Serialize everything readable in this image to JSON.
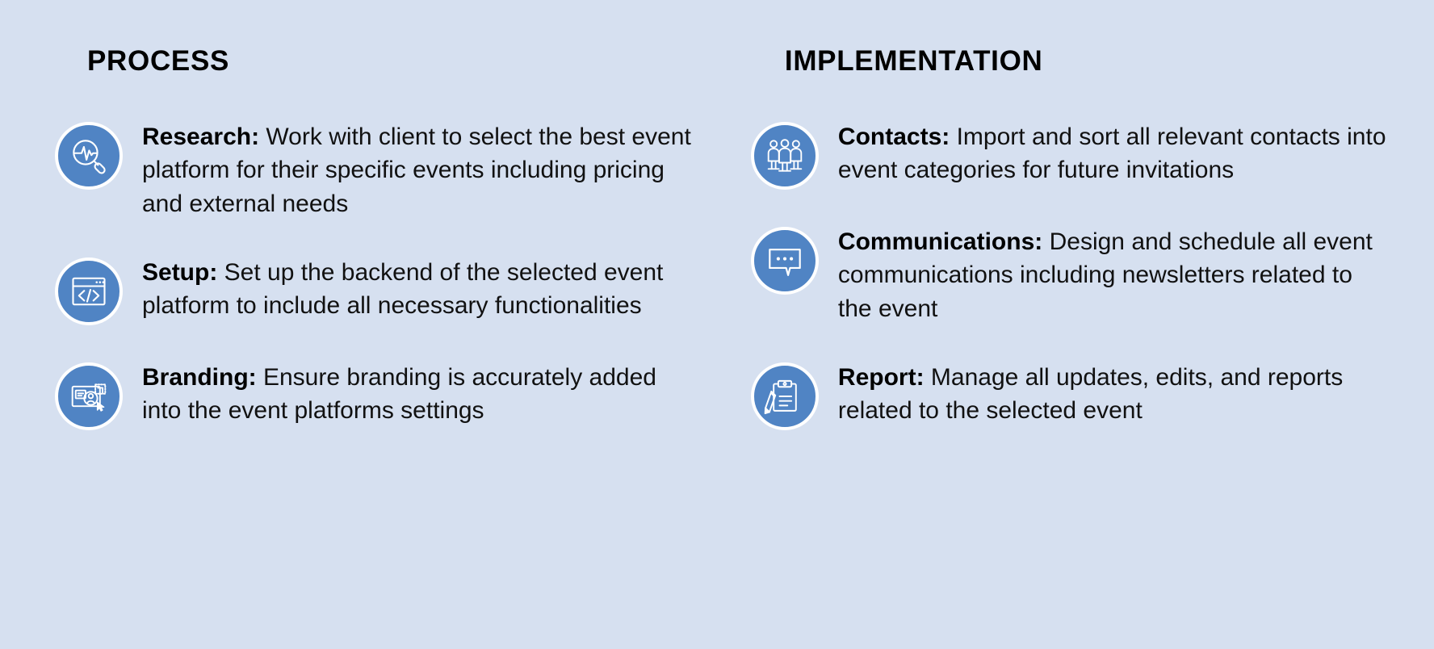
{
  "theme": {
    "background_color": "#d6e0f0",
    "icon_circle_color": "#5084c4",
    "icon_ring_color": "#ffffff",
    "text_color": "#111111",
    "heading_color": "#000000"
  },
  "columns": [
    {
      "heading": "PROCESS",
      "items": [
        {
          "icon": "magnifier-pulse-icon",
          "lead": "Research:",
          "body": " Work with client to select the best event platform for their specific events including pricing and external needs"
        },
        {
          "icon": "browser-code-icon",
          "lead": "Setup:",
          "body": " Set up the backend of the selected event platform to include all necessary functionalities"
        },
        {
          "icon": "branding-screen-icon",
          "lead": "Branding:",
          "body": " Ensure branding is accurately added into the event platforms settings"
        }
      ]
    },
    {
      "heading": "IMPLEMENTATION",
      "items": [
        {
          "icon": "three-people-icon",
          "lead": "Contacts:",
          "body": " Import and sort all relevant contacts into event categories for future invitations"
        },
        {
          "icon": "speech-bubble-dots-icon",
          "lead": "Communications:",
          "body": " Design and schedule all event communications including newsletters related to the event"
        },
        {
          "icon": "clipboard-pencil-icon",
          "lead": "Report:",
          "body": " Manage all updates, edits, and reports related to the selected event"
        }
      ]
    }
  ]
}
